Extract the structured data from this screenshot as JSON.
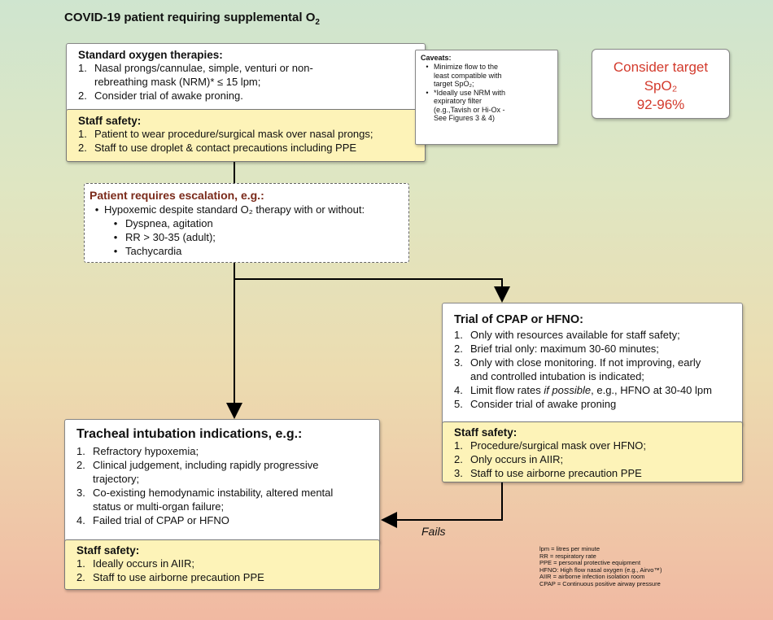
{
  "title": {
    "text": "COVID-19 patient requiring supplemental O",
    "sub": "2"
  },
  "standard": {
    "heading": "Standard oxygen therapies:",
    "items": [
      {
        "n": "1.",
        "t1": "Nasal prongs/cannulae, simple, venturi or non-",
        "t2": "rebreathing mask (NRM)* ≤ 15 lpm;"
      },
      {
        "n": "2.",
        "t1": "Consider trial of awake proning.",
        "t2": ""
      }
    ]
  },
  "standard_safety": {
    "heading": "Staff safety:",
    "items": [
      {
        "n": "1.",
        "t": "Patient to wear procedure/surgical mask over nasal prongs;"
      },
      {
        "n": "2.",
        "t": "Staff to use droplet & contact precautions including PPE"
      }
    ]
  },
  "caveats": {
    "heading": "Caveats:",
    "items": [
      [
        "Minimize flow to the",
        "least compatible with",
        "target SpO₂;"
      ],
      [
        "*Ideally use NRM with",
        "expiratory filter",
        "(e.g.,Tavish or Hi-Ox -",
        "See Figures 3 & 4)"
      ]
    ]
  },
  "target": {
    "line1": "Consider target",
    "line2": "SpO₂",
    "line3": "92-96%"
  },
  "escalation": {
    "heading": "Patient requires escalation, e.g.:",
    "main": "Hypoxemic despite standard O₂ therapy with or without:",
    "subs": [
      "Dyspnea, agitation",
      "RR > 30-35 (adult);",
      "Tachycardia"
    ]
  },
  "cpap": {
    "heading": "Trial of CPAP or HFNO:",
    "items": [
      {
        "n": "1.",
        "t1": "Only with resources available for staff safety;",
        "t2": ""
      },
      {
        "n": "2.",
        "t1": "Brief trial only: maximum 30-60 minutes;",
        "t2": ""
      },
      {
        "n": "3.",
        "t1": "Only with close monitoring. If not improving, early",
        "t2": "and controlled intubation is indicated;"
      },
      {
        "n": "4.",
        "t1": "Limit flow rates ",
        "t1i": "if possible",
        "t1b": ", e.g., HFNO at 30-40 lpm",
        "t2": ""
      },
      {
        "n": "5.",
        "t1": "Consider trial of awake proning",
        "t2": ""
      }
    ]
  },
  "cpap_safety": {
    "heading": "Staff safety:",
    "items": [
      {
        "n": "1.",
        "t": "Procedure/surgical mask over HFNO;"
      },
      {
        "n": "2.",
        "t": "Only occurs in AIIR;"
      },
      {
        "n": "3.",
        "t": "Staff to use airborne precaution PPE"
      }
    ]
  },
  "intubation": {
    "heading": "Tracheal intubation indications, e.g.:",
    "items": [
      {
        "n": "1.",
        "t1": "Refractory hypoxemia;",
        "t2": ""
      },
      {
        "n": "2.",
        "t1": "Clinical judgement, including rapidly progressive",
        "t2": "trajectory;"
      },
      {
        "n": "3.",
        "t1": "Co-existing hemodynamic instability, altered mental",
        "t2": "status or multi-organ failure;"
      },
      {
        "n": "4.",
        "t1": "Failed trial of CPAP or HFNO",
        "t2": ""
      }
    ]
  },
  "intubation_safety": {
    "heading": "Staff safety:",
    "items": [
      {
        "n": "1.",
        "t": "Ideally occurs in AIIR;"
      },
      {
        "n": "2.",
        "t": "Staff to use airborne precaution PPE"
      }
    ]
  },
  "fails_label": "Fails",
  "legend": [
    "lpm = litres per minute",
    "RR = respiratory rate",
    "PPE = personal protective equipment",
    "HFNO: High flow nasal oxygen (e.g., Airvo™)",
    "AIIR = airborne infection isolation room",
    "CPAP = Continuous positive airway pressure"
  ],
  "colors": {
    "target_text": "#d33a2c",
    "escalation_heading": "#7a2a1a",
    "safety_fill": "#fdf3b8"
  }
}
